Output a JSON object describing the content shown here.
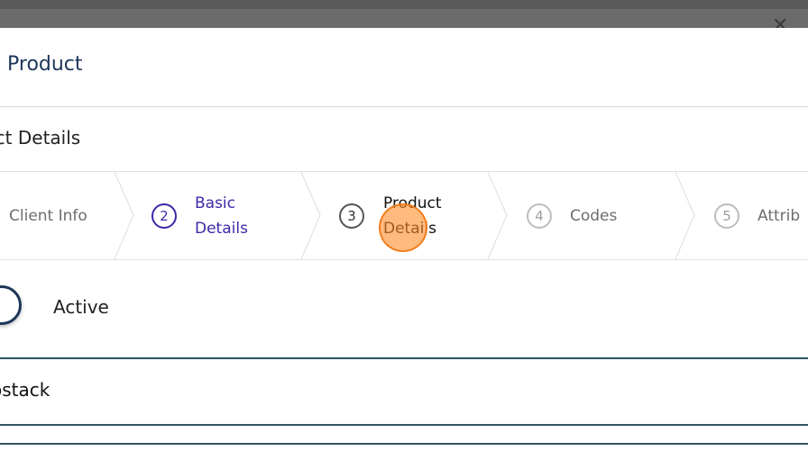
{
  "modal": {
    "title": "Product",
    "section_title": "uct Details",
    "close_icon": "close-icon"
  },
  "stepper": {
    "steps": [
      {
        "number": "",
        "label": "Client Info",
        "state": "done"
      },
      {
        "number": "2",
        "label_line1": "Basic",
        "label_line2": "Details",
        "state": "active"
      },
      {
        "number": "3",
        "label_line1": "Product",
        "label_line2": "Details",
        "state": "current"
      },
      {
        "number": "4",
        "label": "Codes",
        "state": "upcoming"
      },
      {
        "number": "5",
        "label": "Attrib",
        "state": "upcoming"
      }
    ]
  },
  "form": {
    "active_label": "Active",
    "stack_value": "ostack"
  },
  "colors": {
    "title": "#1d3557",
    "active_step": "#3b2aa8",
    "field_line": "#2f5561",
    "click_marker": "#ff8c28"
  }
}
